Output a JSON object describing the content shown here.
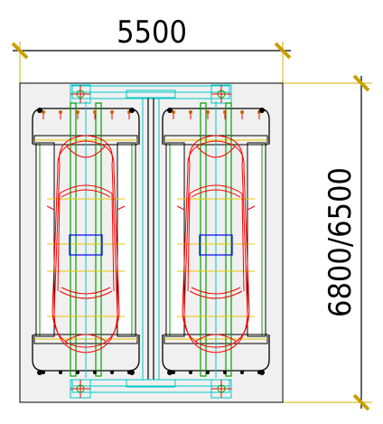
{
  "dimensions": {
    "width_label": "5500",
    "height_label": "6800/6500"
  },
  "colors": {
    "dimension_line": "#000000",
    "dimension_tick": "#c8a000",
    "extension_line": "#d2b000",
    "platform_outline": "#000000",
    "car_outline": "#ff0000",
    "rail_green": "#00a000",
    "rail_cyan": "#00c8c8",
    "window_blue": "#0000ff",
    "guide_yellow": "#e6c800",
    "panel_fill": "#f0f0f0"
  },
  "parking_bays": [
    {
      "name": "left-bay",
      "car": "sedan"
    },
    {
      "name": "right-bay",
      "car": "sedan"
    }
  ]
}
